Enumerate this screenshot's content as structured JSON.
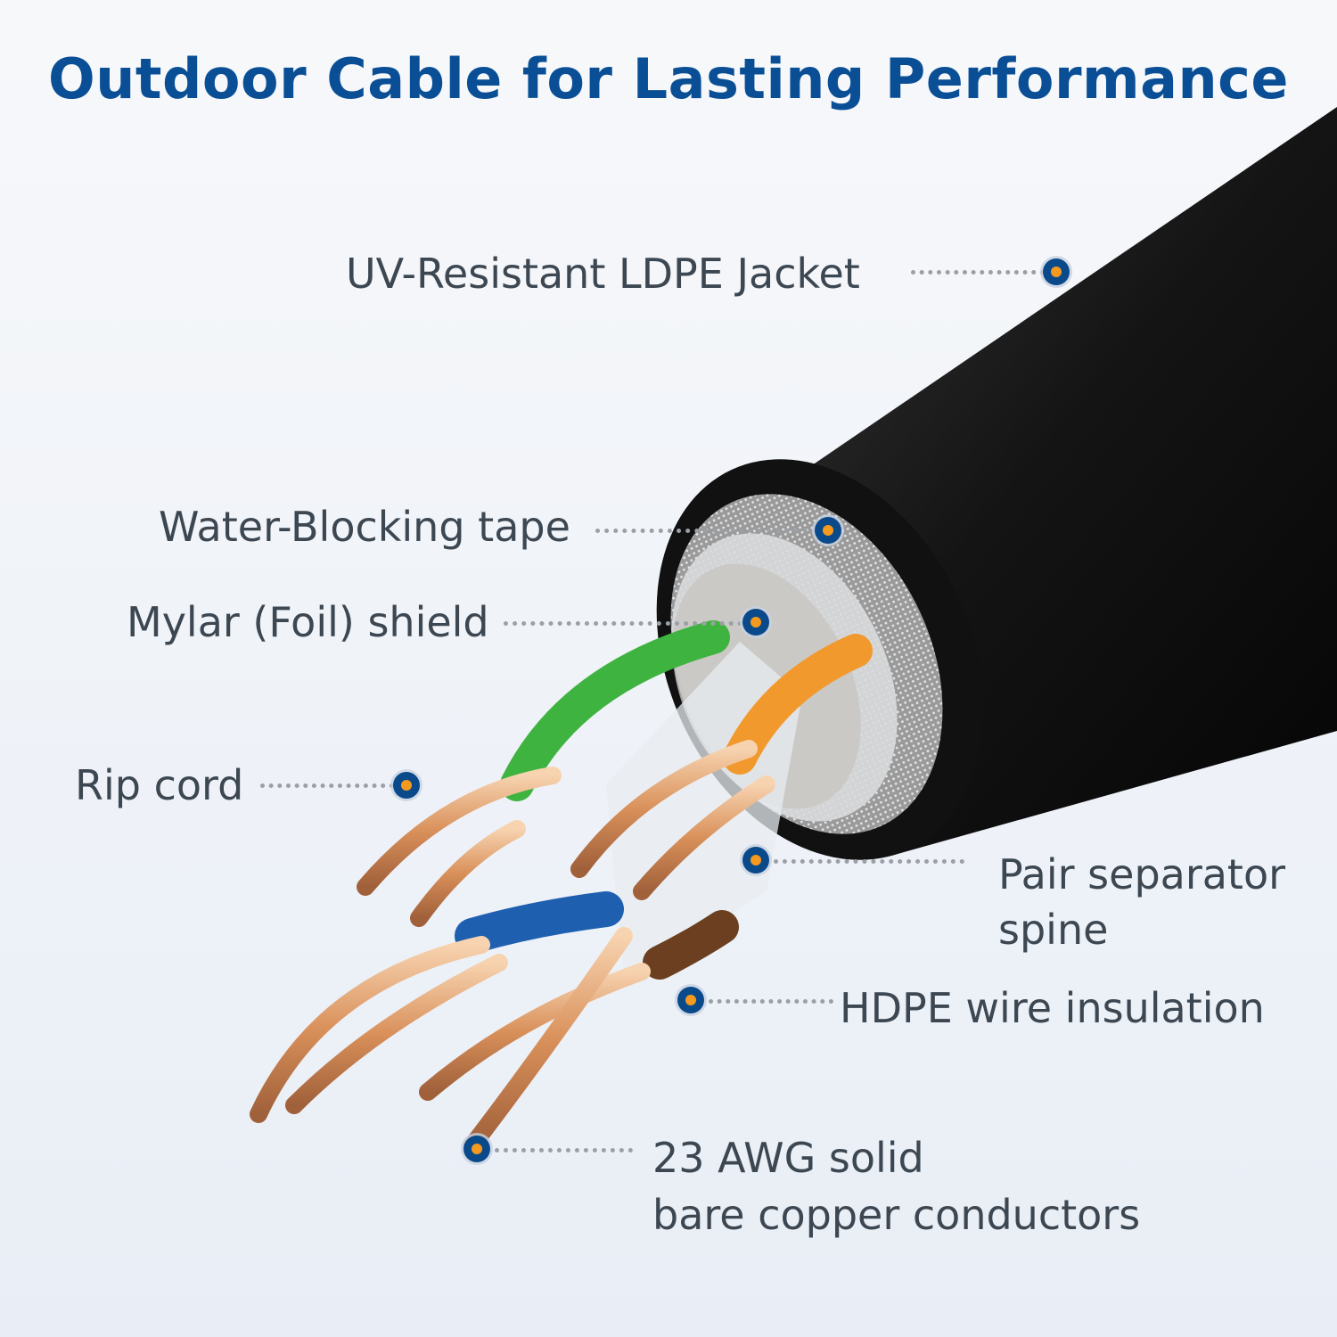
{
  "title": "Outdoor Cable for Lasting Performance",
  "colors": {
    "title": "#0a4f96",
    "label": "#3c4752",
    "marker_ring": "#0b4a8a",
    "marker_center": "#f59a1e",
    "jacket": "#1a1a1a",
    "copper": "#d9996b",
    "green_wire": "#3fb33f",
    "orange_wire": "#f2992e",
    "blue_wire": "#1f5fb0",
    "brown_wire": "#6b3f1f"
  },
  "callouts": [
    {
      "id": "jacket",
      "text": "UV-Resistant LDPE Jacket"
    },
    {
      "id": "water-blocking",
      "text": "Water-Blocking tape"
    },
    {
      "id": "mylar",
      "text": "Mylar (Foil) shield"
    },
    {
      "id": "rip-cord",
      "text": "Rip cord"
    },
    {
      "id": "separator",
      "lines": [
        "Pair separator",
        "spine"
      ]
    },
    {
      "id": "insulation",
      "text": "HDPE wire insulation"
    },
    {
      "id": "conductors",
      "lines": [
        "23 AWG solid",
        "bare copper conductors"
      ]
    }
  ]
}
